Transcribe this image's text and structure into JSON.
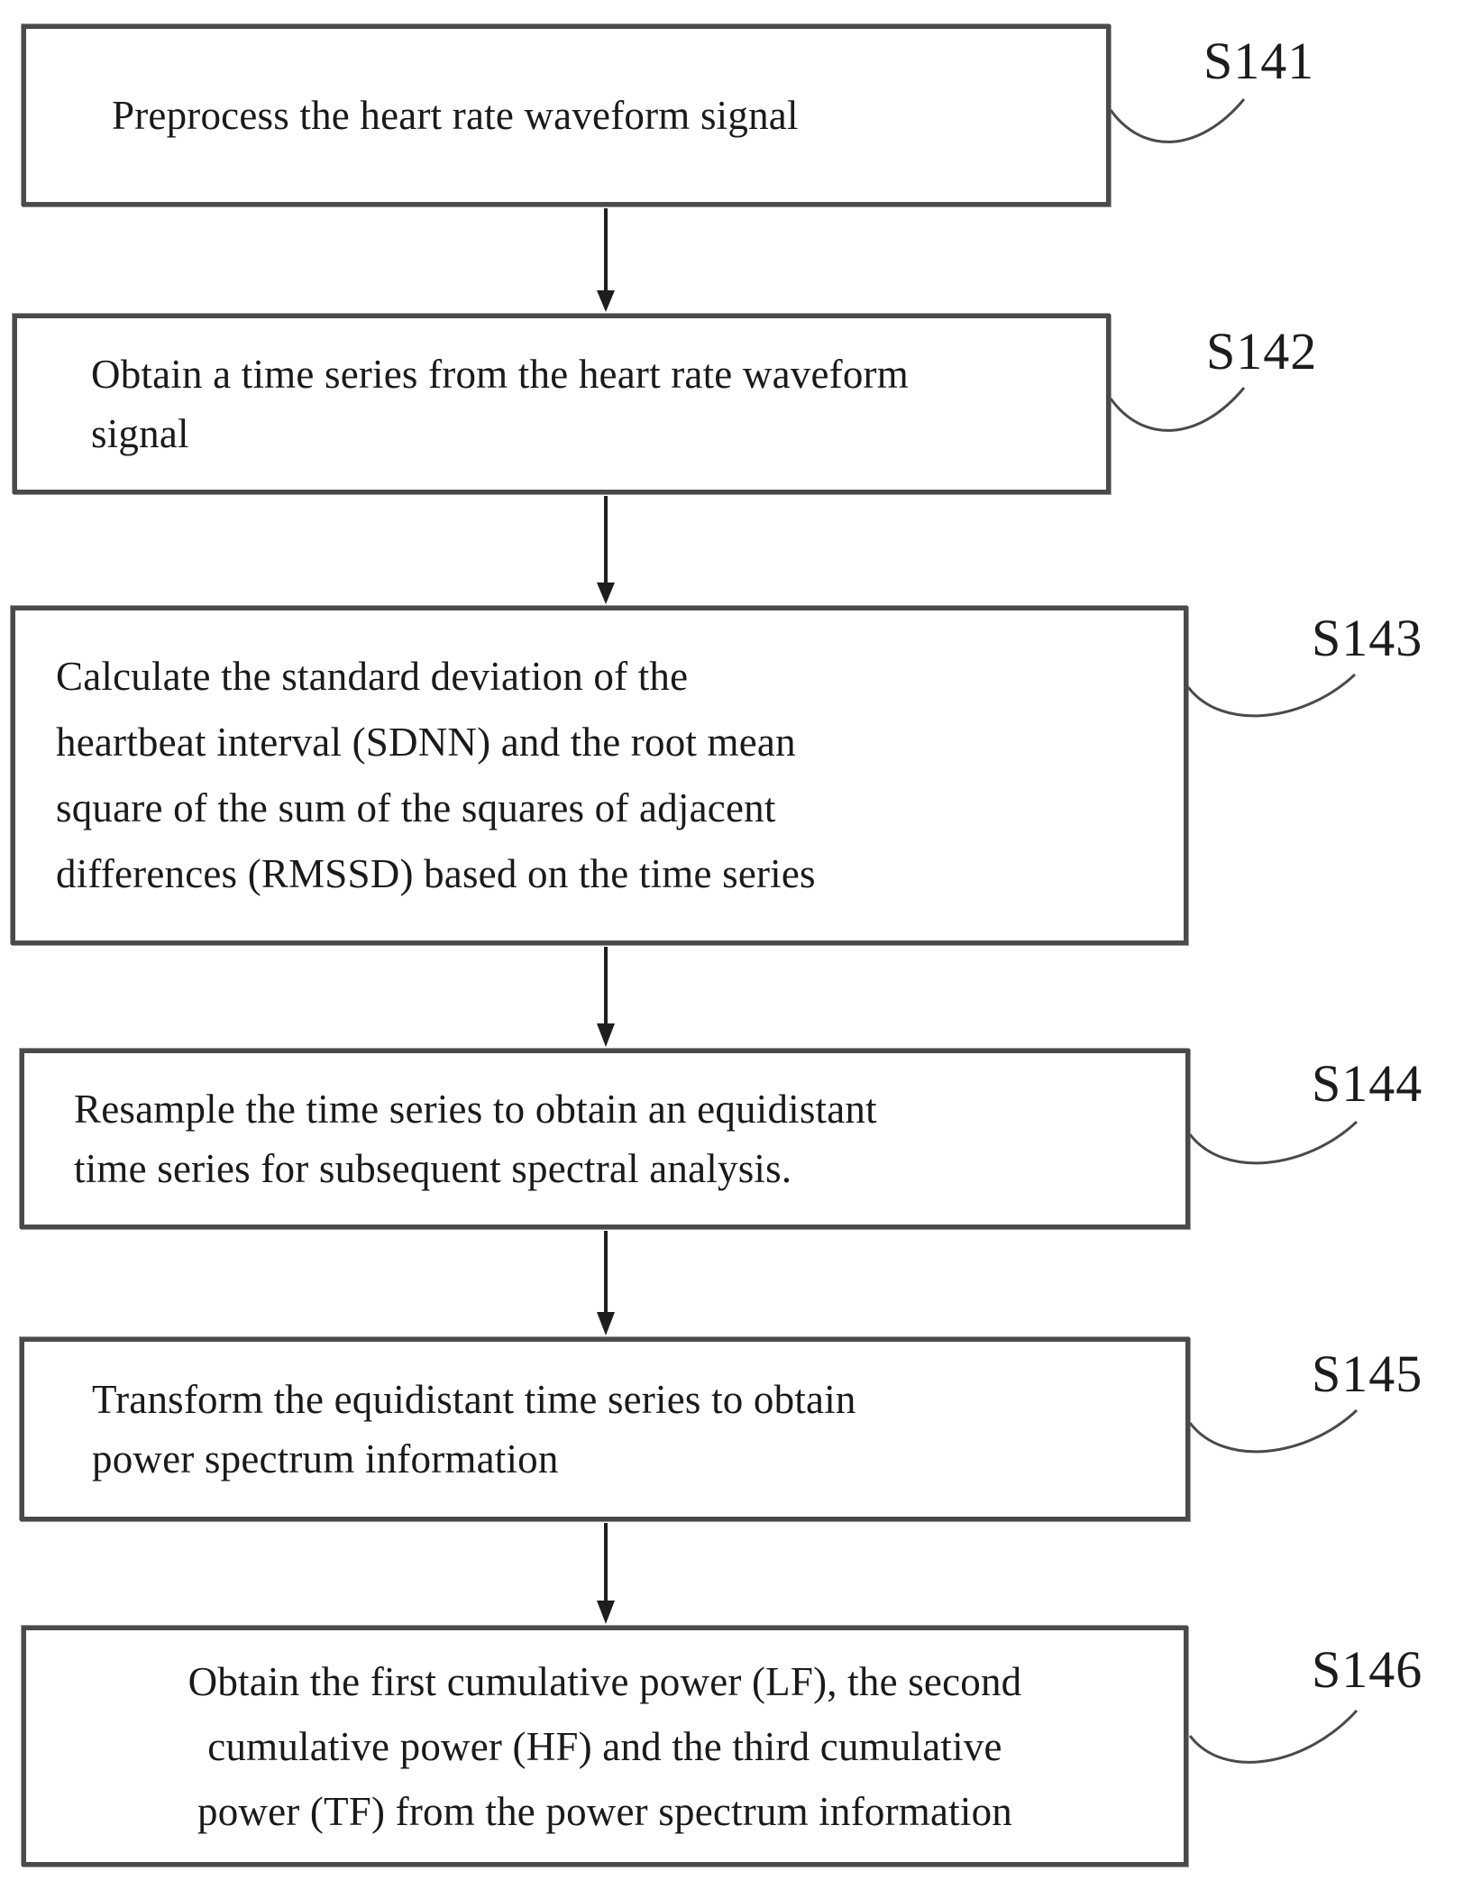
{
  "figure": {
    "type": "flowchart",
    "description": "Heart rate variability analysis process flow",
    "box_border_color": "#4a4a4a",
    "background_color": "#ffffff",
    "text_color": "#1a1a1a"
  },
  "steps": [
    {
      "step_id": "S141",
      "lines": [
        "Preprocess the heart rate waveform signal"
      ]
    },
    {
      "step_id": "S142",
      "lines": [
        "Obtain a time series from the heart rate waveform",
        "signal"
      ]
    },
    {
      "step_id": "S143",
      "lines": [
        "Calculate the standard deviation of the",
        "heartbeat interval (SDNN) and the root mean",
        "square of the sum of the squares of adjacent",
        "differences (RMSSD) based on the time series"
      ]
    },
    {
      "step_id": "S144",
      "lines": [
        "Resample the time series to obtain an equidistant",
        "time series for subsequent spectral analysis."
      ]
    },
    {
      "step_id": "S145",
      "lines": [
        "Transform the equidistant time series to obtain",
        "power spectrum information"
      ]
    },
    {
      "step_id": "S146",
      "lines": [
        "Obtain the first cumulative power (LF), the second",
        "cumulative power (HF) and the third cumulative",
        "power (TF) from the power spectrum information"
      ]
    }
  ]
}
